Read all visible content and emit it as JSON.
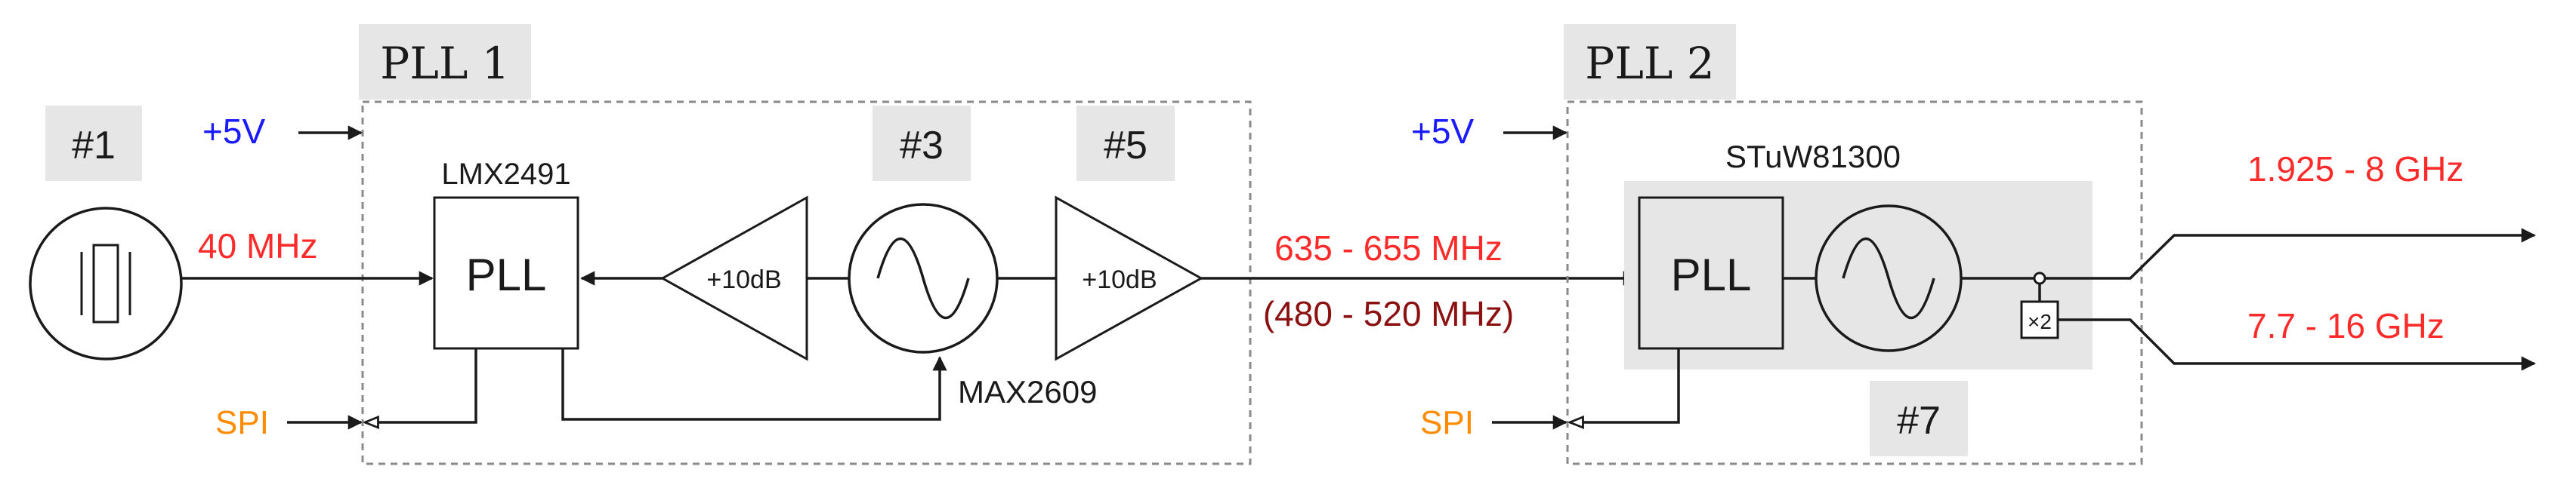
{
  "blocks": {
    "pll1": {
      "title": "PLL 1",
      "chip": "LMX2491",
      "pll_label": "PLL",
      "amp1": "+10dB",
      "amp2": "+10dB",
      "vco_chip": "MAX2609"
    },
    "pll2": {
      "title": "PLL 2",
      "chip": "STuW81300",
      "pll_label": "PLL",
      "doubler": "×2"
    }
  },
  "tags": [
    "#1",
    "#3",
    "#5",
    "#7"
  ],
  "supply": {
    "pll1": "+5V",
    "pll2": "+5V"
  },
  "control": {
    "pll1": "SPI",
    "pll2": "SPI"
  },
  "signals": {
    "ref": "40 MHz",
    "intermediate": "635 - 655 MHz",
    "intermediate_alt": "(480 - 520 MHz)",
    "out_low": "1.925 - 8 GHz",
    "out_high": "7.7 - 16 GHz"
  },
  "colors": {
    "supply": "#1a1aff",
    "spi": "#ff8c00",
    "freq": "#ff2a2a",
    "freq_alt": "#8b1010"
  }
}
